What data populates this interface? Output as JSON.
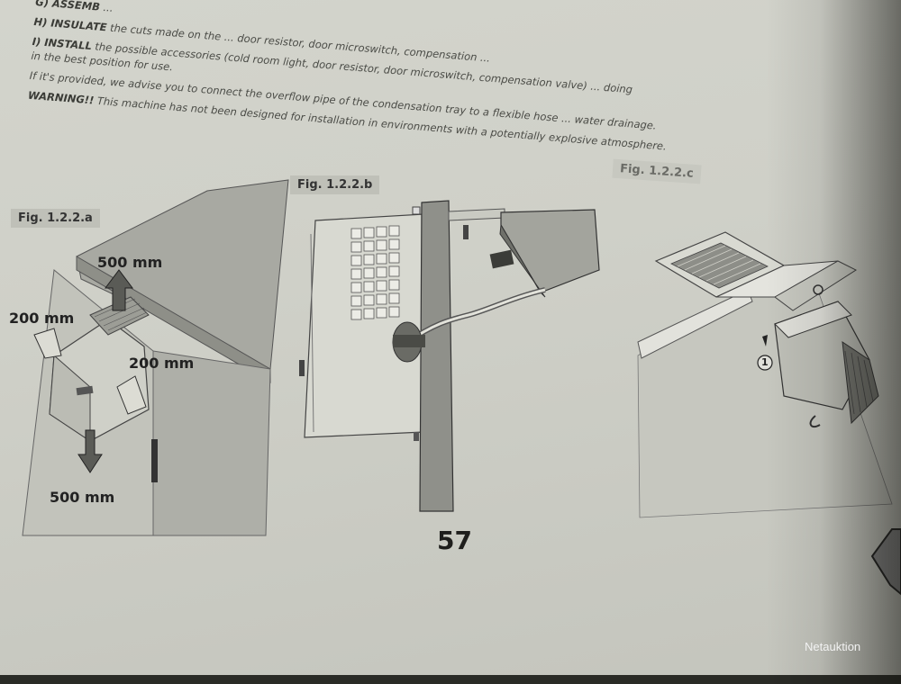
{
  "manual": {
    "line_g_heading": "G) ASSEMB",
    "line_g_text": "...",
    "line_h_heading": "H) INSULATE",
    "line_h_text": "the cuts made on the ... door resistor, door microswitch, compensation ...",
    "line_i_heading": "I) INSTALL",
    "line_i_text": "the possible accessories (cold room light, door resistor, door microswitch, compensation valve) ... doing",
    "line_i_text2": "in the best position for use.",
    "line_overflow": "If it's provided, we advise you to connect the overflow pipe of the condensation tray to a flexible hose ... water drainage.",
    "warning_heading": "WARNING!!",
    "warning_text": "This machine has not been designed for installation in environments with a potentially explosive atmosphere."
  },
  "figures": {
    "a": {
      "label": "Fig. 1.2.2.a",
      "dims": {
        "top_clearance": "500 mm",
        "left_clearance": "200 mm",
        "right_clearance": "200 mm",
        "bottom_clearance": "500 mm"
      }
    },
    "b": {
      "label": "Fig. 1.2.2.b"
    },
    "c": {
      "label": "Fig. 1.2.2.c",
      "callout": "1"
    }
  },
  "page_number": "57",
  "watermark": "Netauktion"
}
